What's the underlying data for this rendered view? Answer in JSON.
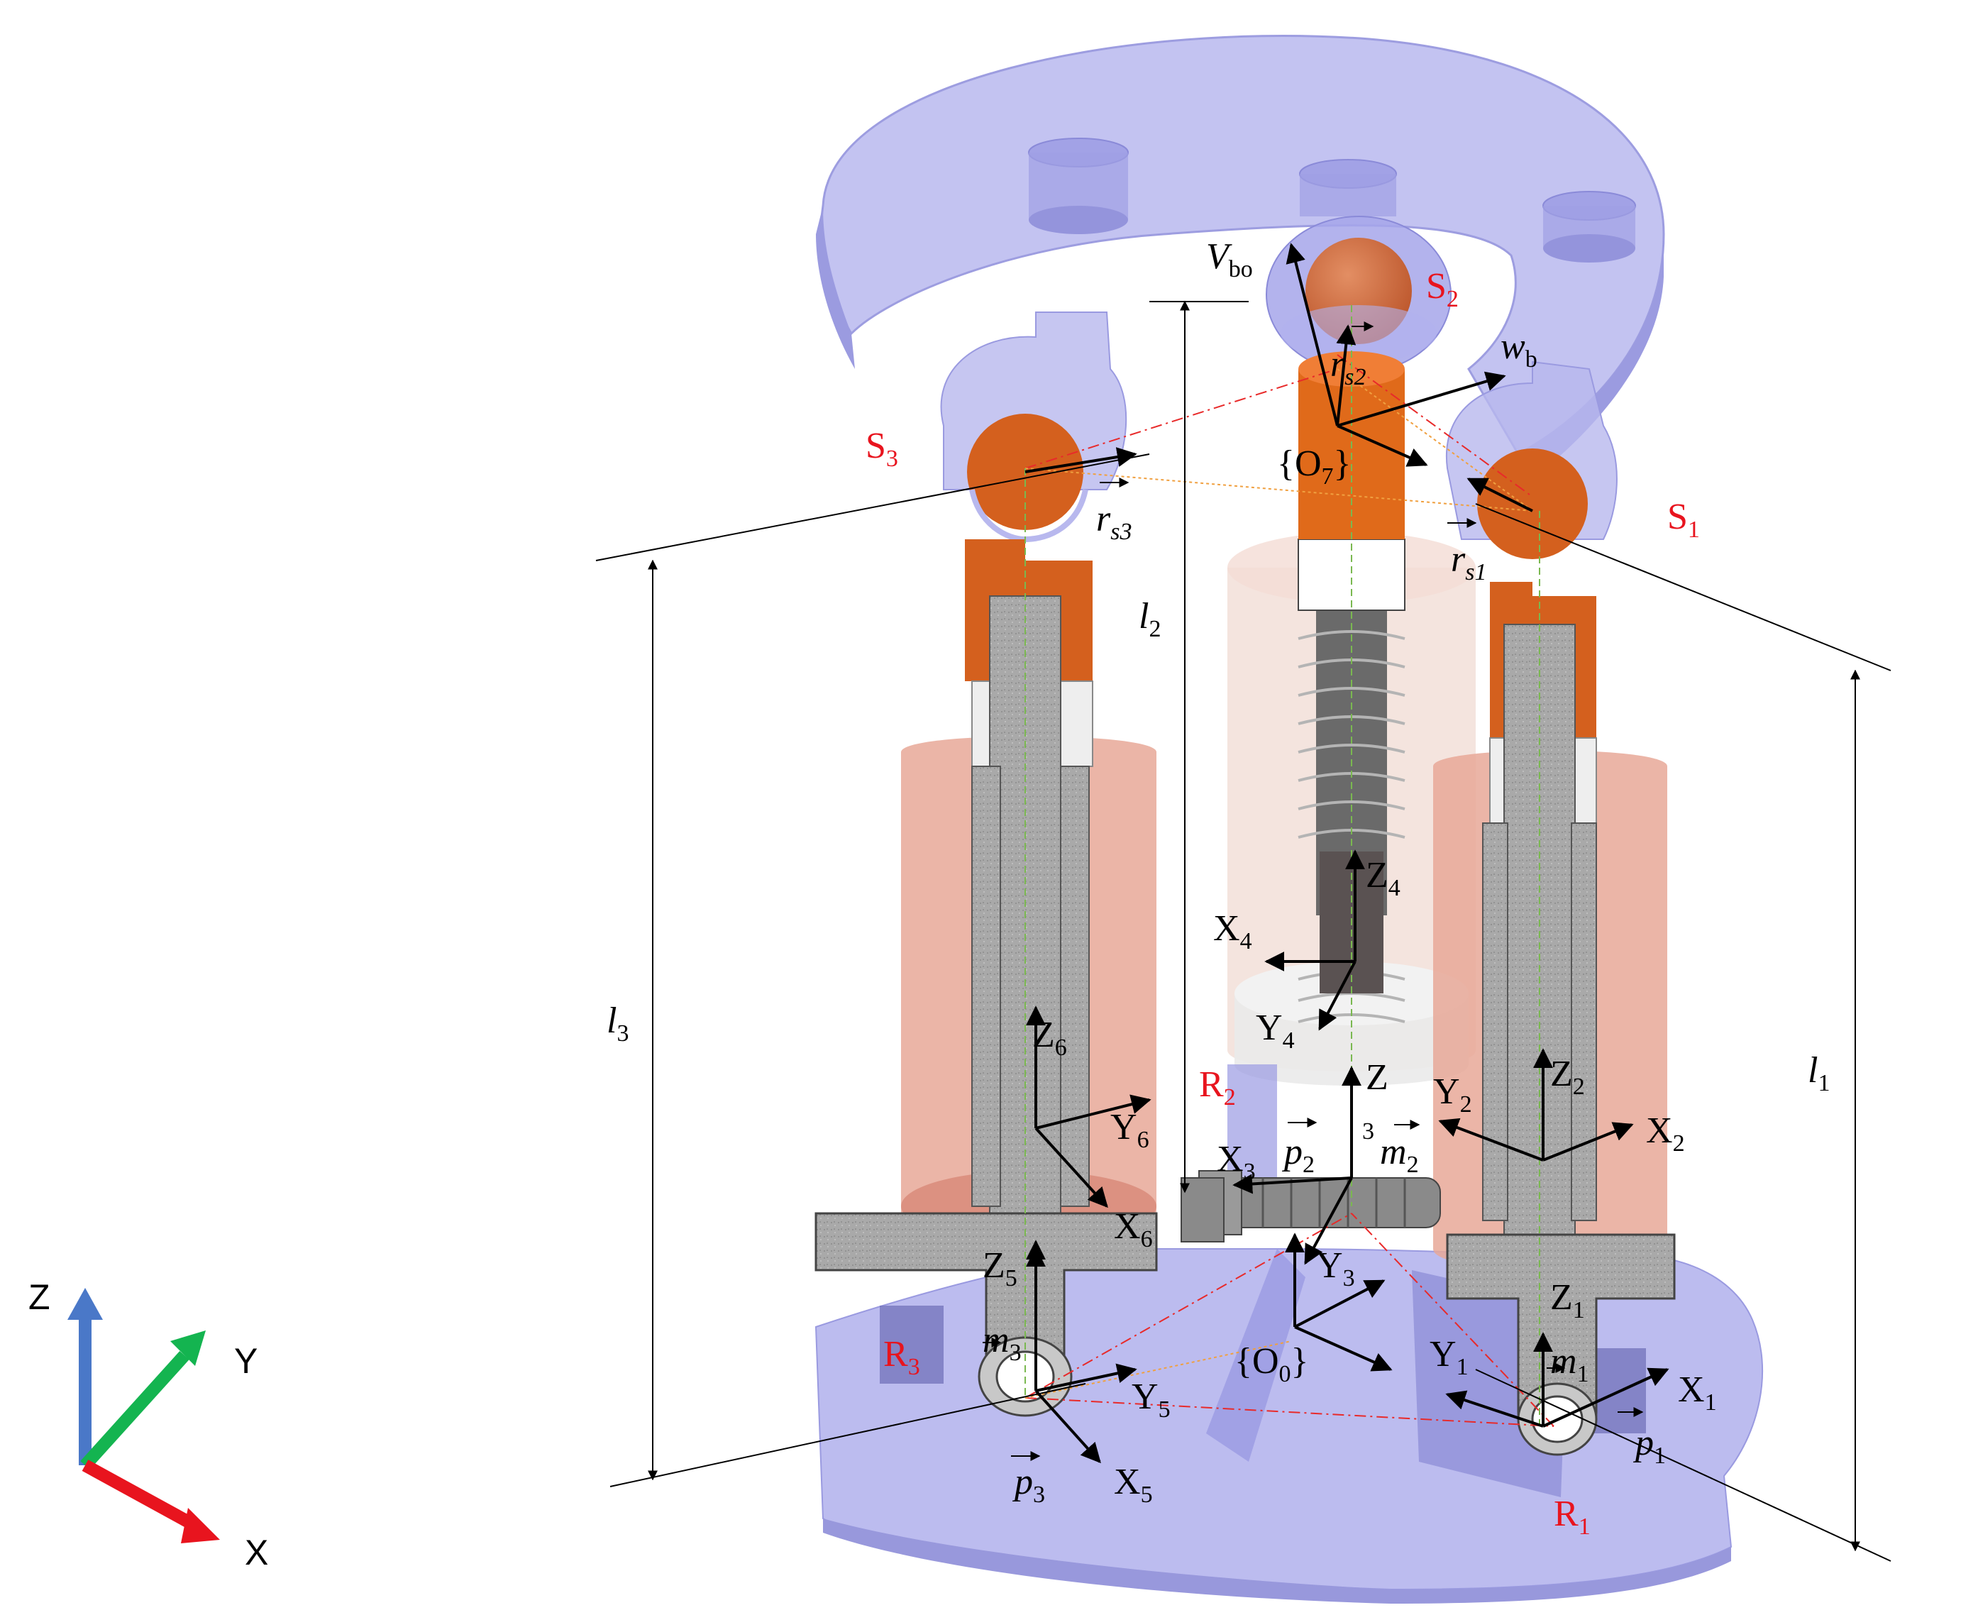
{
  "colors": {
    "plate": "#b4b4ec",
    "plate_dark": "#9a9ae0",
    "plate_edge": "#8c8cd6",
    "copper": "#e06a1a",
    "copper_dark": "#b44a10",
    "sleeve": "#e8b4a4",
    "steel": "#a8a8a8",
    "steel_dark": "#6e6e6e",
    "red_label": "#e8141e",
    "axis_x": "#e8141e",
    "axis_y": "#14b450",
    "axis_z": "#4a78c8"
  },
  "triad": {
    "x": "X",
    "y": "Y",
    "z": "Z"
  },
  "joints": {
    "S1": {
      "base": "S",
      "sub": "1"
    },
    "S2": {
      "base": "S",
      "sub": "2"
    },
    "S3": {
      "base": "S",
      "sub": "3"
    },
    "R1": {
      "base": "R",
      "sub": "1"
    },
    "R2": {
      "base": "R",
      "sub": "2"
    },
    "R3": {
      "base": "R",
      "sub": "3"
    }
  },
  "lengths": {
    "l1": {
      "base": "l",
      "sub": "1"
    },
    "l2": {
      "base": "l",
      "sub": "2"
    },
    "l3": {
      "base": "l",
      "sub": "3"
    }
  },
  "vectors": {
    "rs1": {
      "base": "r",
      "sub": "s1"
    },
    "rs2": {
      "base": "r",
      "sub": "s2"
    },
    "rs3": {
      "base": "r",
      "sub": "s3"
    },
    "vbo": {
      "base": "V",
      "sub": "bo"
    },
    "wb": {
      "base": "w",
      "sub": "b"
    },
    "p1": {
      "base": "p",
      "sub": "1"
    },
    "p2": {
      "base": "p",
      "sub": "2"
    },
    "p3": {
      "base": "p",
      "sub": "3"
    },
    "m1": {
      "base": "m",
      "sub": "1"
    },
    "m2": {
      "base": "m",
      "sub": "2"
    },
    "m3": {
      "base": "m",
      "sub": "3"
    }
  },
  "frames": {
    "o7": {
      "base": "{O",
      "sub": "7",
      "tail": "}"
    },
    "o0": {
      "base": "{O",
      "sub": "0",
      "tail": "}"
    },
    "z": "Z",
    "z3": "3",
    "X1": {
      "base": "X",
      "sub": "1"
    },
    "Y1": {
      "base": "Y",
      "sub": "1"
    },
    "Z1": {
      "base": "Z",
      "sub": "1"
    },
    "X2": {
      "base": "X",
      "sub": "2"
    },
    "Y2": {
      "base": "Y",
      "sub": "2"
    },
    "Z2": {
      "base": "Z",
      "sub": "2"
    },
    "X3": {
      "base": "X",
      "sub": "3"
    },
    "Y3": {
      "base": "Y",
      "sub": "3"
    },
    "X4": {
      "base": "X",
      "sub": "4"
    },
    "Y4": {
      "base": "Y",
      "sub": "4"
    },
    "Z4": {
      "base": "Z",
      "sub": "4"
    },
    "X5": {
      "base": "X",
      "sub": "5"
    },
    "Y5": {
      "base": "Y",
      "sub": "5"
    },
    "Z5": {
      "base": "Z",
      "sub": "5"
    },
    "X6": {
      "base": "X",
      "sub": "6"
    },
    "Y6": {
      "base": "Y",
      "sub": "6"
    },
    "Z6": {
      "base": "Z",
      "sub": "6"
    }
  }
}
